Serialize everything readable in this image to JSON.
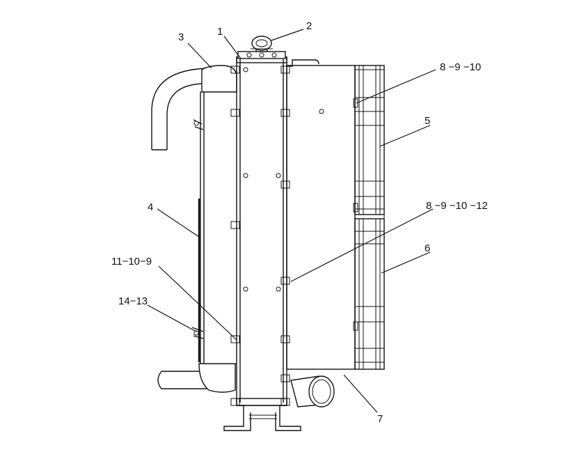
{
  "callouts": {
    "c1": "1",
    "c2": "2",
    "c3": "3",
    "c4": "4",
    "c5": "5",
    "c6": "6",
    "c7": "7",
    "c8_9_10": "8 −9 −10",
    "c8_9_10_12": "8 −9 −10 −12",
    "c11_10_9": "11−10−9",
    "c14_13": "14−13"
  }
}
